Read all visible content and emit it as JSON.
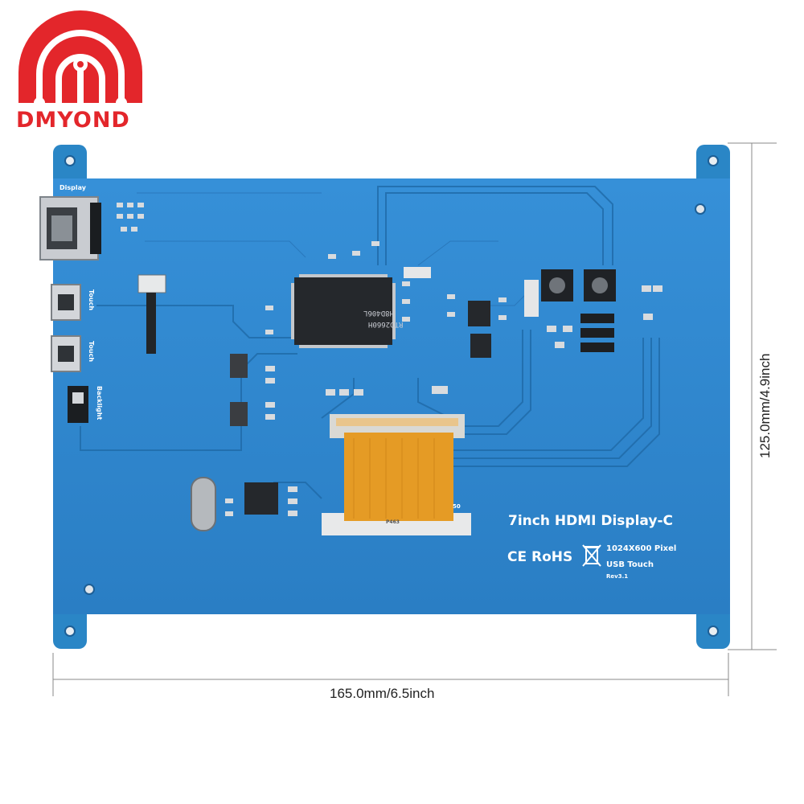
{
  "brand": {
    "name": "DMYOND",
    "color": "#e3262b"
  },
  "board": {
    "title": "7inch HDMI Display-C",
    "cert_marks": "CE RoHS",
    "resolution": "1024X600 Pixel",
    "touch": "USB Touch",
    "revision": "Rev3.1",
    "color": "#2f86cc",
    "port_labels": {
      "display": "Display",
      "touch1": "Touch",
      "touch2": "Touch",
      "backlight": "Backlight"
    },
    "chip_main": "RTD2660H",
    "chip_sub": "H8D406L",
    "fpc_label": "50",
    "connector_label": "P463"
  },
  "dimensions": {
    "width": "165.0mm/6.5inch",
    "height": "125.0mm/4.9inch"
  },
  "icons": [
    "logo-icon",
    "weee-bin-icon"
  ]
}
